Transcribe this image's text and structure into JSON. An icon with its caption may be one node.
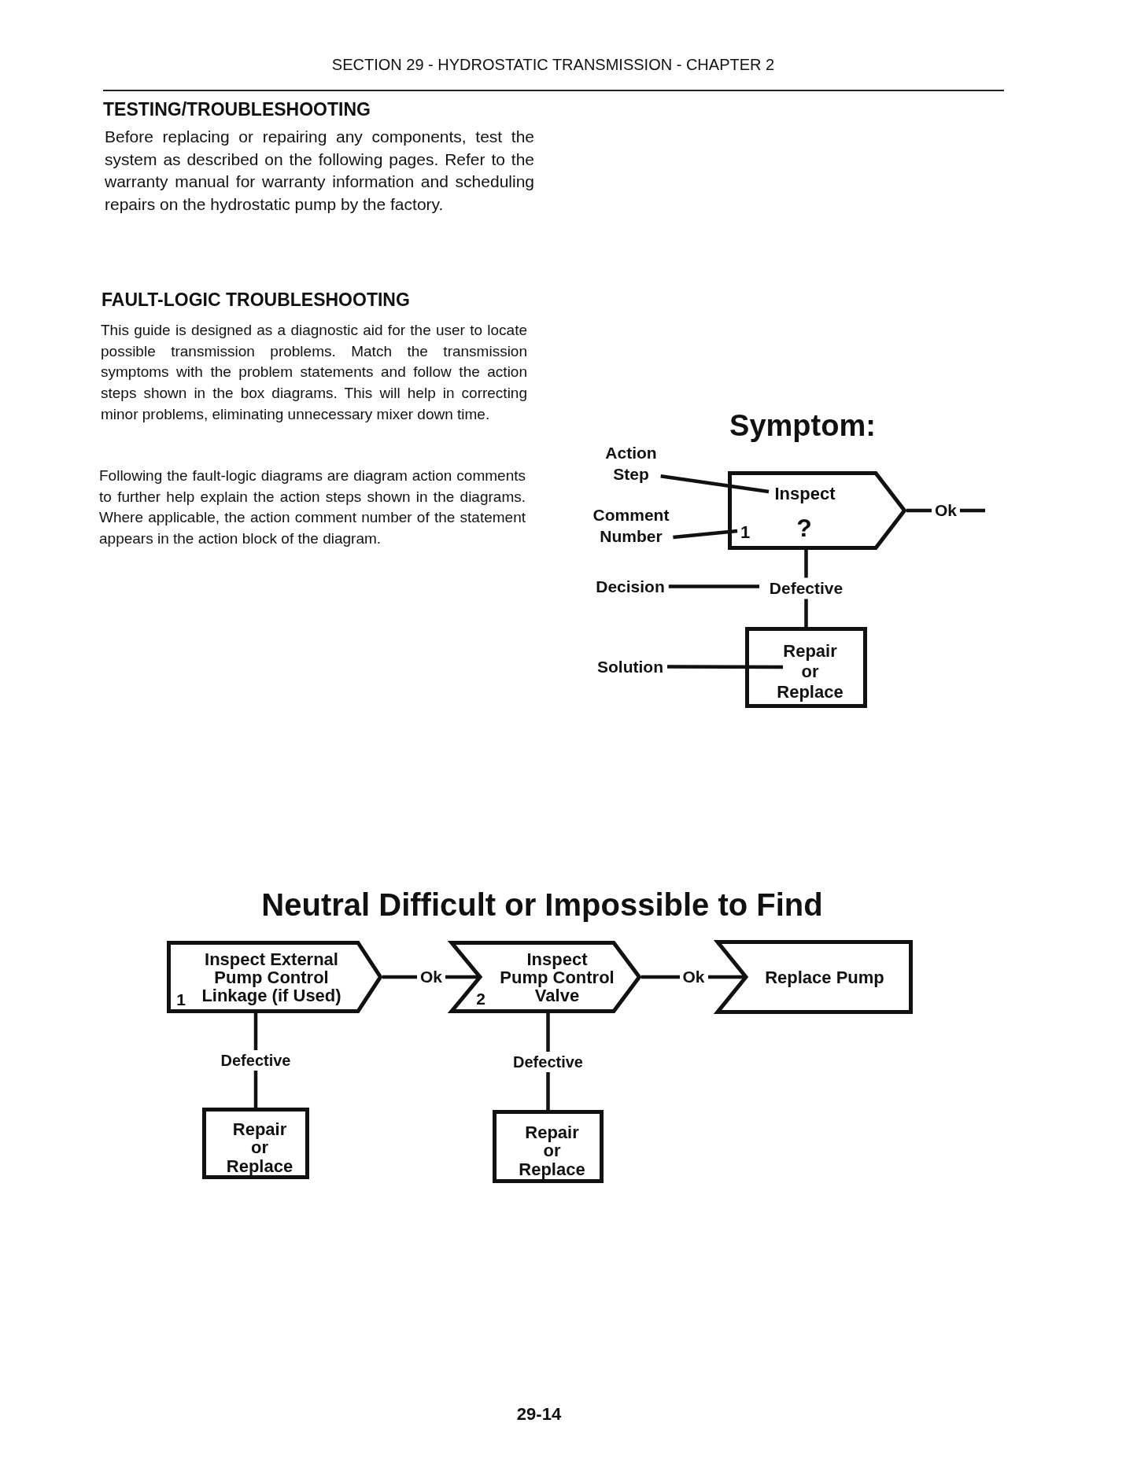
{
  "diagram": {
    "title": "SECTION 29 - HYDROSTATIC TRANSMISSION - CHAPTER 2",
    "nodes": [
      {
        "text": [
          "Action Step"
        ]
      },
      {
        "text": [
          "Inspect",
          "1",
          "?"
        ]
      },
      {
        "text": [
          "Comment Number"
        ]
      },
      {
        "text": [
          "Decision"
        ]
      },
      {
        "text": [
          "Solution"
        ]
      },
      {
        "text": [
          "Repair or Replace"
        ]
      },
      {
        "text": [
          "1",
          "Inspect External Pump Control Linkage (if Used)"
        ]
      },
      {
        "text": [
          "2",
          "Inspect Pump Control Valve"
        ]
      },
      {
        "text": [
          "Replace Pump"
        ]
      },
      {
        "text": [
          "Repair or Replace"
        ]
      },
      {
        "text": [
          "Repair or Replace"
        ]
      }
    ],
    "edges": [
      {
        "from": 0,
        "to": 1,
        "arrow": "none"
      },
      {
        "from": 1,
        "to": null,
        "arrow": "none",
        "label": "Ok"
      },
      {
        "from": 2,
        "to": 1,
        "arrow": "none"
      },
      {
        "from": 1,
        "to": 5,
        "arrow": "none",
        "label": "Defective"
      },
      {
        "from": 3,
        "to": null,
        "arrow": "none"
      },
      {
        "from": 4,
        "to": 5,
        "arrow": "none"
      },
      {
        "from": 6,
        "to": 7,
        "arrow": "none",
        "label": "Ok"
      },
      {
        "from": 7,
        "to": 8,
        "arrow": "none",
        "label": "Ok"
      },
      {
        "from": 6,
        "to": 9,
        "arrow": "none",
        "label": "Defective"
      },
      {
        "from": 7,
        "to": 10,
        "arrow": "none",
        "label": "Defective"
      }
    ],
    "labels": [
      "TESTING/TROUBLESHOOTING",
      "Before replacing or repairing any components, test the system as described on the following pages. Refer to the warranty manual for warranty information and scheduling repairs on the hydrostatic pump by the factory.",
      "FAULT-LOGIC TROUBLESHOOTING",
      "This guide is designed as a diagnostic aid for the user to locate possible transmission problems. Match the transmission symptoms with the problem statements and follow the action steps shown in the box diagrams. This will help in correcting minor problems, eliminating unnecessary mixer down time.",
      "Following the fault-logic diagrams are diagram action comments to further help explain the action steps shown in the diagrams. Where applicable, the action comment number of the statement appears in the action block of the diagram.",
      "Symptom:",
      "Neutral Difficult or Impossible to Find",
      "29-14"
    ]
  }
}
